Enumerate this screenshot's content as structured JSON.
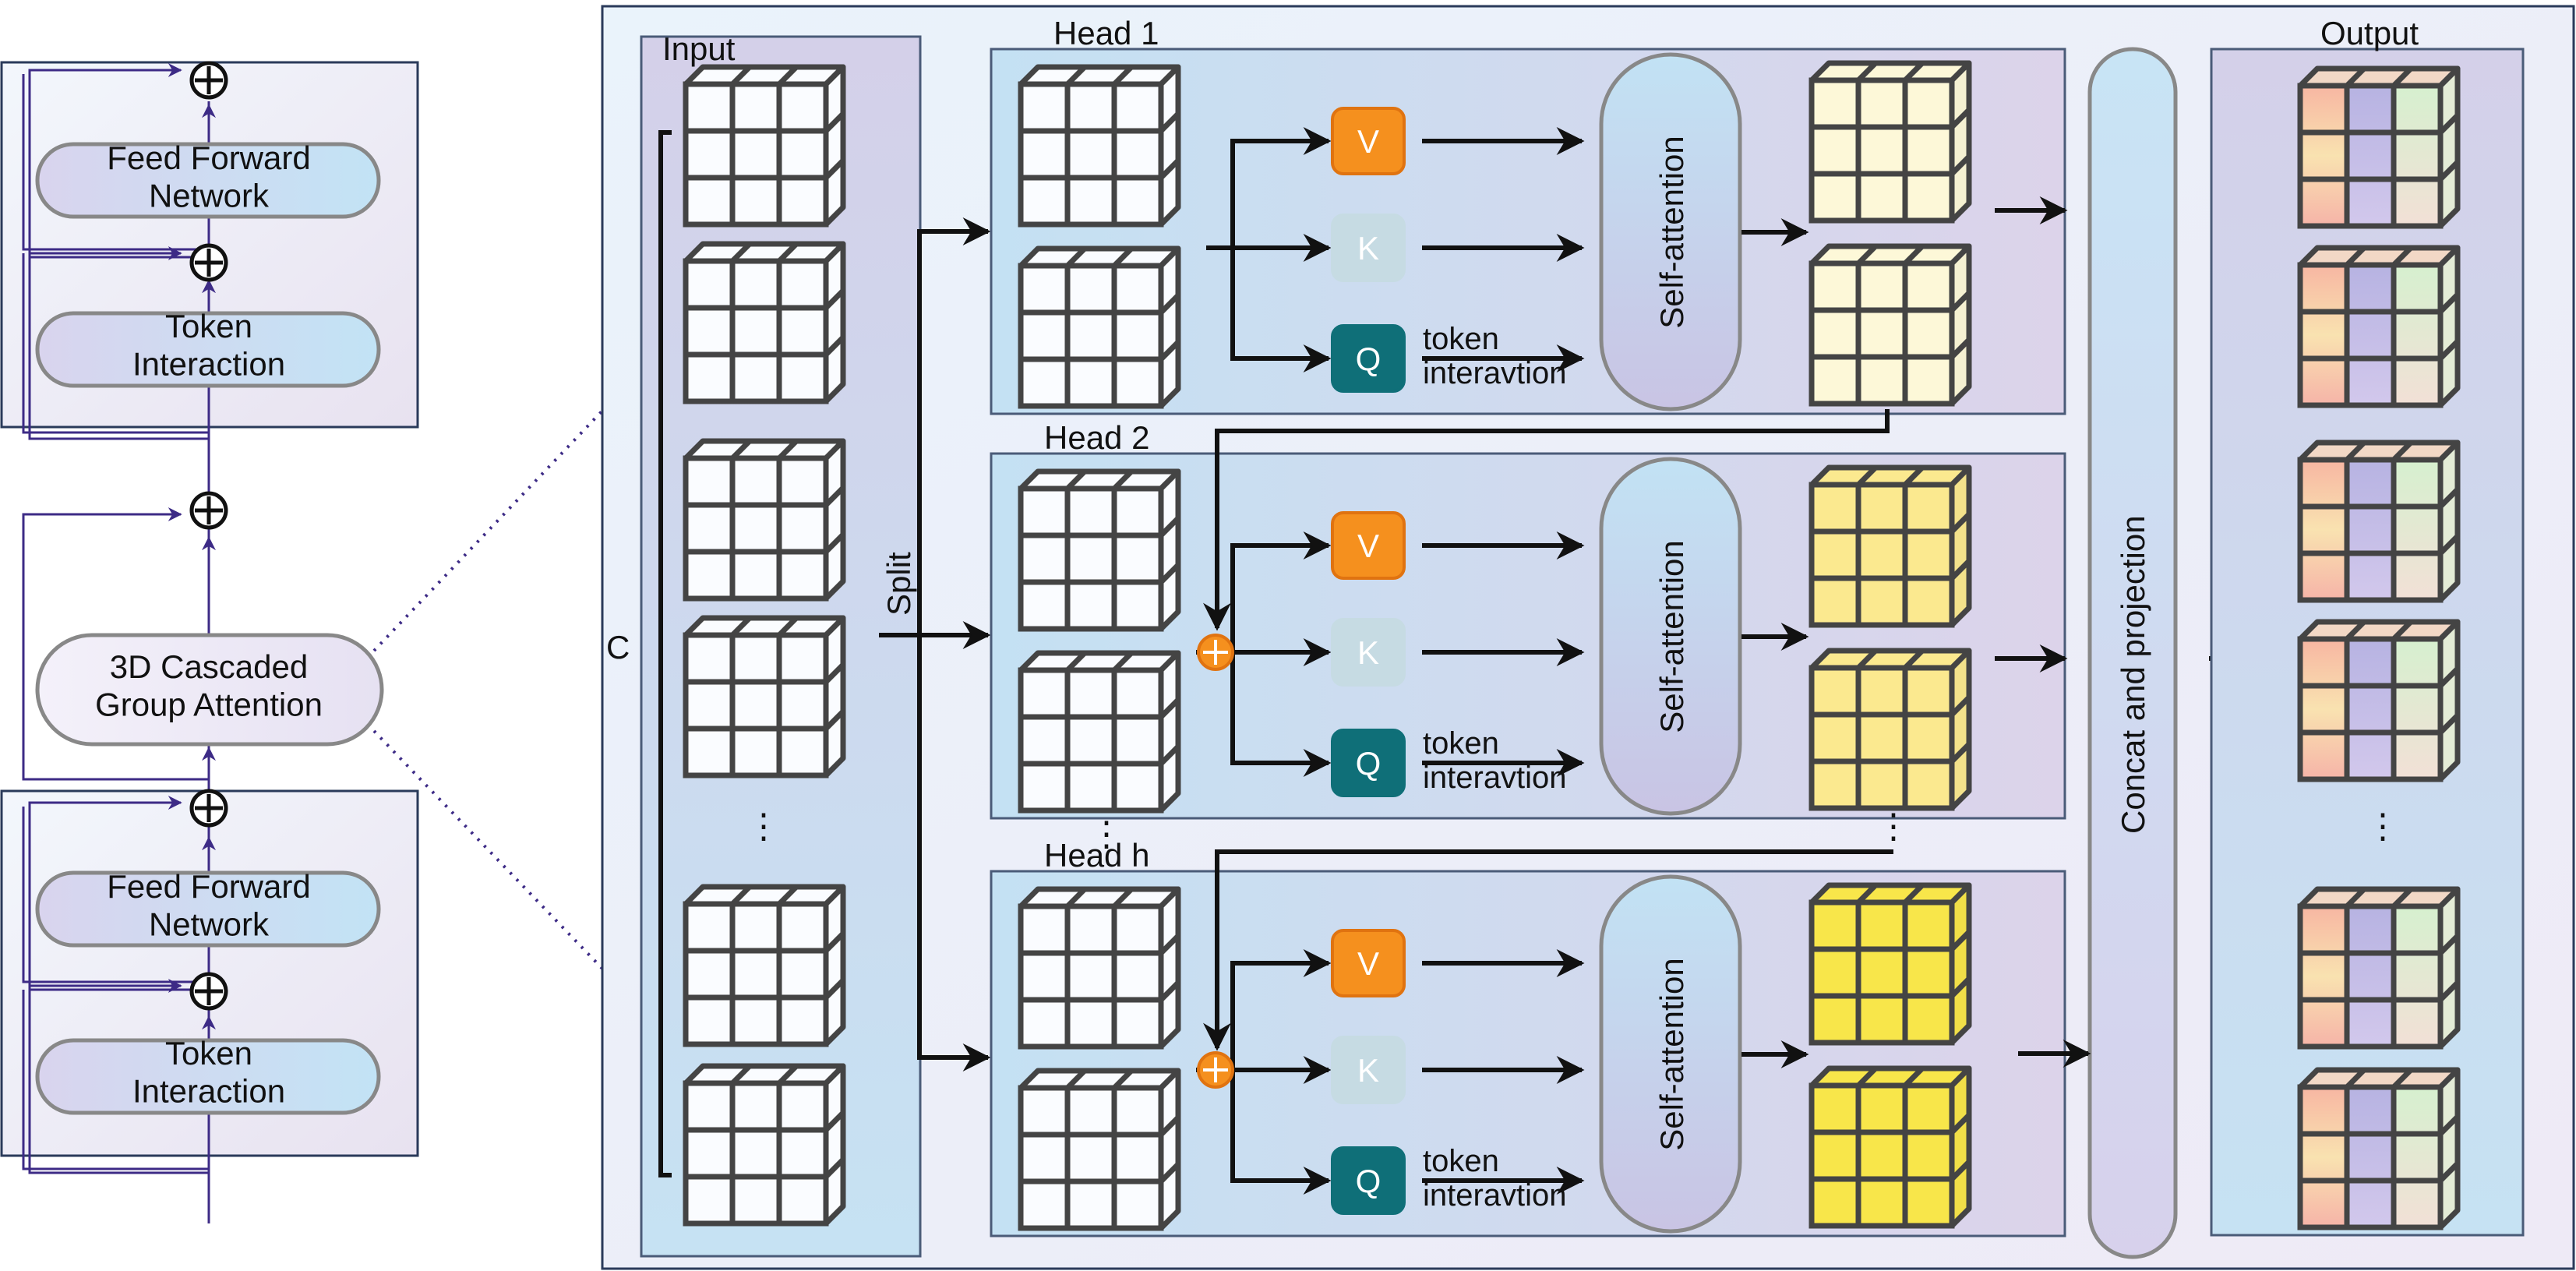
{
  "left_panel": {
    "top_block": {
      "ffn_label": "Feed Forward\nNetwork",
      "ti_label": "Token\nInteraction"
    },
    "middle_label": "3D Cascaded\nGroup Attention",
    "bottom_block": {
      "ffn_label": "Feed Forward\nNetwork",
      "ti_label": "Token\nInteraction"
    }
  },
  "main": {
    "input_label": "Input",
    "c_label": "C",
    "split_label": "Split",
    "ellipsis": "⋮",
    "heads": [
      {
        "label": "Head 1",
        "v": "V",
        "k": "K",
        "q": "Q",
        "token_label": "token\ninteravtion",
        "sa_label": "Self-attention",
        "cube_color": "#fdf8d8"
      },
      {
        "label": "Head 2",
        "v": "V",
        "k": "K",
        "q": "Q",
        "token_label": "token\ninteravtion",
        "sa_label": "Self-attention",
        "cube_color": "#fbe98f"
      },
      {
        "label": "Head h",
        "v": "V",
        "k": "K",
        "q": "Q",
        "token_label": "token\ninteravtion",
        "sa_label": "Self-attention",
        "cube_color": "#f8e64a"
      }
    ],
    "concat_label": "Concat and projection",
    "output_label": "Output"
  },
  "colors": {
    "v_fill": "#f5901e",
    "k_fill": "#c6dbe3",
    "q_fill": "#0f6f78",
    "arrow_purple": "#3d2b86",
    "outline_gray": "#444444"
  }
}
